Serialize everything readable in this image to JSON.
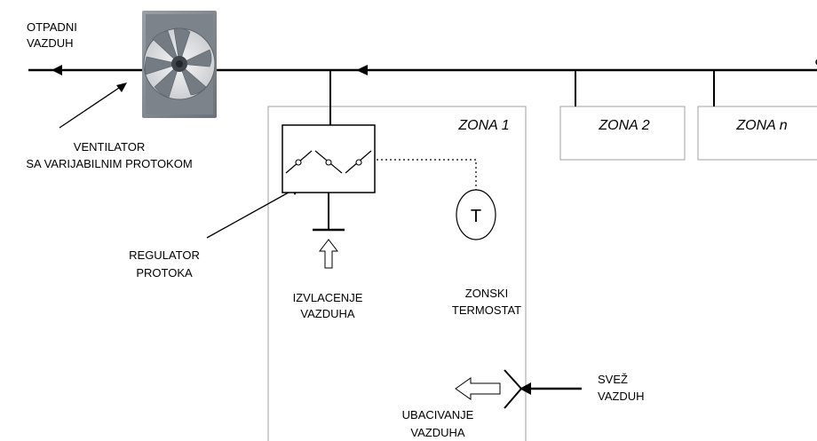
{
  "labels": {
    "exhaust_air_line1": "OTPADNI",
    "exhaust_air_line2": "VAZDUH",
    "fan_line1": "VENTILATOR",
    "fan_line2": "SA VARIJABILNIM PROTOKOM",
    "regulator_line1": "REGULATOR",
    "regulator_line2": "PROTOKA",
    "extraction_line1": "IZVLACENJE",
    "extraction_line2": "VAZDUHA",
    "thermostat_line1": "ZONSKI",
    "thermostat_line2": "TERMOSTAT",
    "fresh_air_line1": "SVEŽ",
    "fresh_air_line2": "VAZDUH",
    "supply_line1": "UBACIVANJE",
    "supply_line2": "VAZDUHA",
    "thermostat_symbol": "T"
  },
  "zones": {
    "zone1": "ZONA 1",
    "zone2": "ZONA 2",
    "zonen": "ZONA n"
  },
  "colors": {
    "line": "#000000",
    "box_border": "#a0a0a0",
    "fan_frame": "#8a8f95",
    "fan_blade": "#7c838b"
  }
}
